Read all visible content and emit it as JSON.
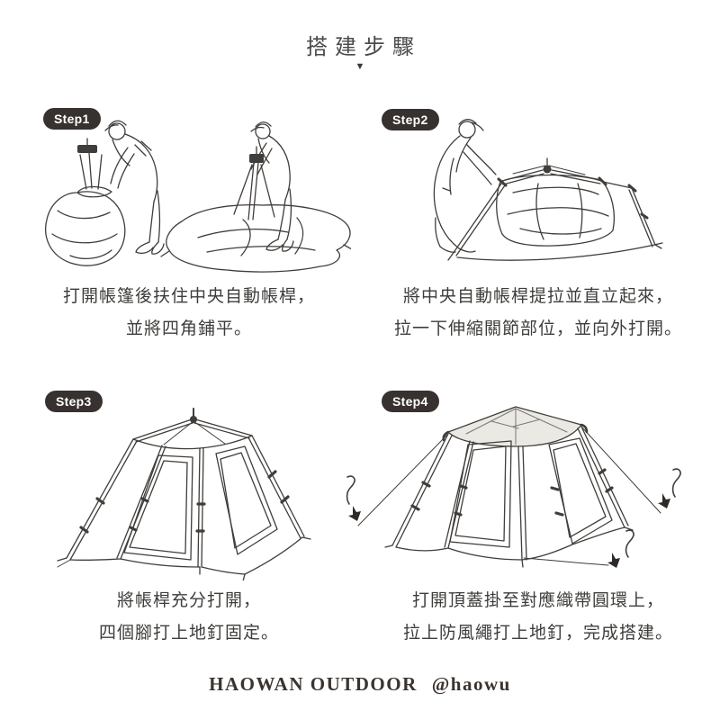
{
  "title": {
    "text": "搭建步驟",
    "arrow": "▼"
  },
  "steps": [
    {
      "badge": "Step1",
      "caption_line1": "打開帳篷後扶住中央自動帳桿，",
      "caption_line2": "並將四角鋪平。",
      "illustration": "person-unpacking-tent-from-storage-bag-and-person-holding-center-pole-over-spread-fabric"
    },
    {
      "badge": "Step2",
      "caption_line1": "將中央自動帳桿提拉並直立起來，",
      "caption_line2": "拉一下伸縮關節部位，並向外打開。",
      "illustration": "person-lifting-half-opened-automatic-tent-frame"
    },
    {
      "badge": "Step3",
      "caption_line1": "將帳桿充分打開，",
      "caption_line2": "四個腳打上地釘固定。",
      "illustration": "fully-opened-tent-frame-with-door-panels"
    },
    {
      "badge": "Step4",
      "caption_line1": "打開頂蓋掛至對應織帶圓環上，",
      "caption_line2": "拉上防風繩打上地釘，完成搭建。",
      "illustration": "finished-tent-with-top-cover-guy-ropes-stake-hooks-and-arrows"
    }
  ],
  "footer": {
    "brand": "HAOWAN OUTDOOR",
    "handle": "@haowu"
  },
  "colors": {
    "ink": "#403d3a",
    "badge_bg": "#37322f",
    "badge_text": "#ffffff",
    "roof_fill": "#ebe9e4",
    "title_text": "#4b4b49",
    "caption_text": "#3d3d3b",
    "footer_text": "#3a3430"
  }
}
